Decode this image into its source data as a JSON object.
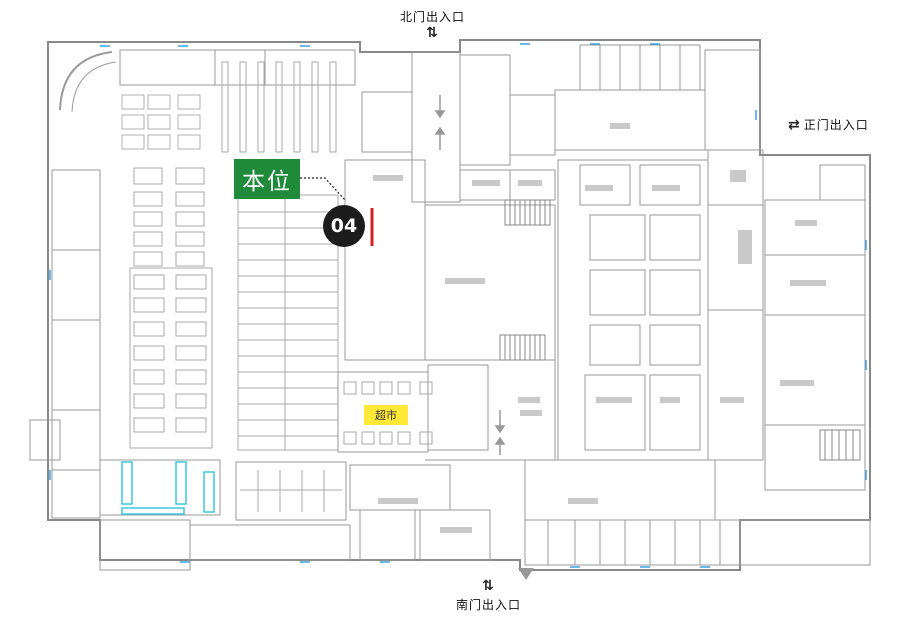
{
  "entrances": {
    "north": "北门出入口",
    "main": "正门出入口",
    "south": "南门出入口"
  },
  "marker": {
    "you_are_here": "本位",
    "spot_number": "04"
  },
  "zones": {
    "supermarket": "超市"
  },
  "icons": {
    "north_arrows": "up-down-arrows-icon",
    "main_arrows": "left-right-arrows-icon",
    "south_arrows": "up-down-arrows-icon"
  },
  "colors": {
    "you_are_here": "#1f8a3a",
    "spot_badge": "#1c1c1c",
    "supermarket_tag": "#ffe838",
    "red_marker": "#d62020",
    "cyan_fixtures": "#38c8e0"
  }
}
